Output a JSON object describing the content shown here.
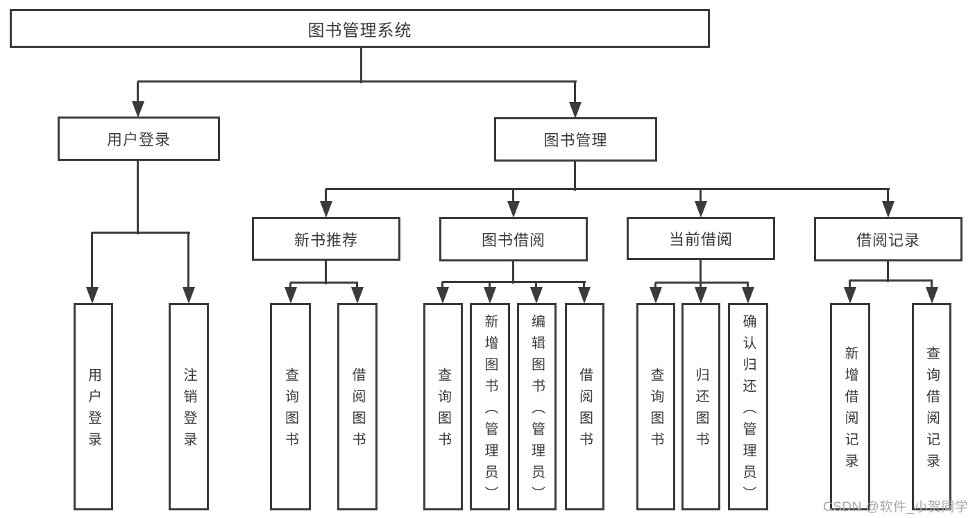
{
  "diagram": {
    "title": "图书管理系统",
    "watermark": "CSDN @软件_小贺同学",
    "colors": {
      "line": "#3b3b3b",
      "text": "#3a3a3a",
      "box_background": "#ffffff",
      "background": "#ffffff",
      "watermark": "#a9a9a9"
    },
    "nodes": [
      {
        "id": "root",
        "label": "图书管理系统",
        "level": 1,
        "parent": null,
        "orientation": "horizontal"
      },
      {
        "id": "user-login",
        "label": "用户登录",
        "level": 2,
        "parent": "root",
        "orientation": "horizontal"
      },
      {
        "id": "book-mgmt",
        "label": "图书管理",
        "level": 2,
        "parent": "root",
        "orientation": "horizontal"
      },
      {
        "id": "new-book-rec",
        "label": "新书推荐",
        "level": 3,
        "parent": "book-mgmt",
        "orientation": "horizontal"
      },
      {
        "id": "book-borrow",
        "label": "图书借阅",
        "level": 3,
        "parent": "book-mgmt",
        "orientation": "horizontal"
      },
      {
        "id": "current-borrow",
        "label": "当前借阅",
        "level": 3,
        "parent": "book-mgmt",
        "orientation": "horizontal"
      },
      {
        "id": "borrow-records",
        "label": "借阅记录",
        "level": 3,
        "parent": "book-mgmt",
        "orientation": "horizontal"
      },
      {
        "id": "leaf-user-login",
        "label": "用户登录",
        "level": 4,
        "parent": "user-login",
        "orientation": "vertical"
      },
      {
        "id": "leaf-logout",
        "label": "注销登录",
        "level": 4,
        "parent": "user-login",
        "orientation": "vertical"
      },
      {
        "id": "leaf-query-book-rec",
        "label": "查询图书",
        "level": 4,
        "parent": "new-book-rec",
        "orientation": "vertical"
      },
      {
        "id": "leaf-borrow-book-rec",
        "label": "借阅图书",
        "level": 4,
        "parent": "new-book-rec",
        "orientation": "vertical"
      },
      {
        "id": "leaf-query-book-bb",
        "label": "查询图书",
        "level": 4,
        "parent": "book-borrow",
        "orientation": "vertical"
      },
      {
        "id": "leaf-add-book",
        "label": "新增图书（管理员）",
        "level": 4,
        "parent": "book-borrow",
        "orientation": "vertical"
      },
      {
        "id": "leaf-edit-book",
        "label": "编辑图书（管理员）",
        "level": 4,
        "parent": "book-borrow",
        "orientation": "vertical"
      },
      {
        "id": "leaf-borrow-book-bb",
        "label": "借阅图书",
        "level": 4,
        "parent": "book-borrow",
        "orientation": "vertical"
      },
      {
        "id": "leaf-query-book-cb",
        "label": "查询图书",
        "level": 4,
        "parent": "current-borrow",
        "orientation": "vertical"
      },
      {
        "id": "leaf-return-book",
        "label": "归还图书",
        "level": 4,
        "parent": "current-borrow",
        "orientation": "vertical"
      },
      {
        "id": "leaf-confirm-return",
        "label": "确认归还（管理员）",
        "level": 4,
        "parent": "current-borrow",
        "orientation": "vertical"
      },
      {
        "id": "leaf-add-borrow-record",
        "label": "新增借阅记录",
        "level": 4,
        "parent": "borrow-records",
        "orientation": "vertical"
      },
      {
        "id": "leaf-query-borrow-record",
        "label": "查询借阅记录",
        "level": 4,
        "parent": "borrow-records",
        "orientation": "vertical"
      }
    ]
  }
}
